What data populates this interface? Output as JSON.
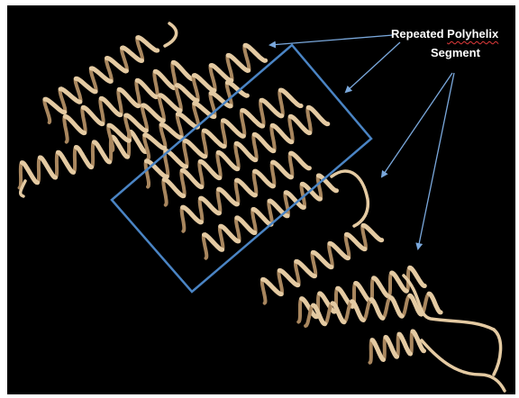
{
  "annotation": {
    "line1_word1": "Repeated",
    "line1_word2": "Polyhelix",
    "line2": "Segment"
  },
  "colors": {
    "background": "#000000",
    "ribbon": "#e4caa2",
    "ribbon_shadow": "#a8865e",
    "annotation_box": "#4a84c4",
    "arrow": "#7aa8dc",
    "label_text": "#ffffff"
  }
}
